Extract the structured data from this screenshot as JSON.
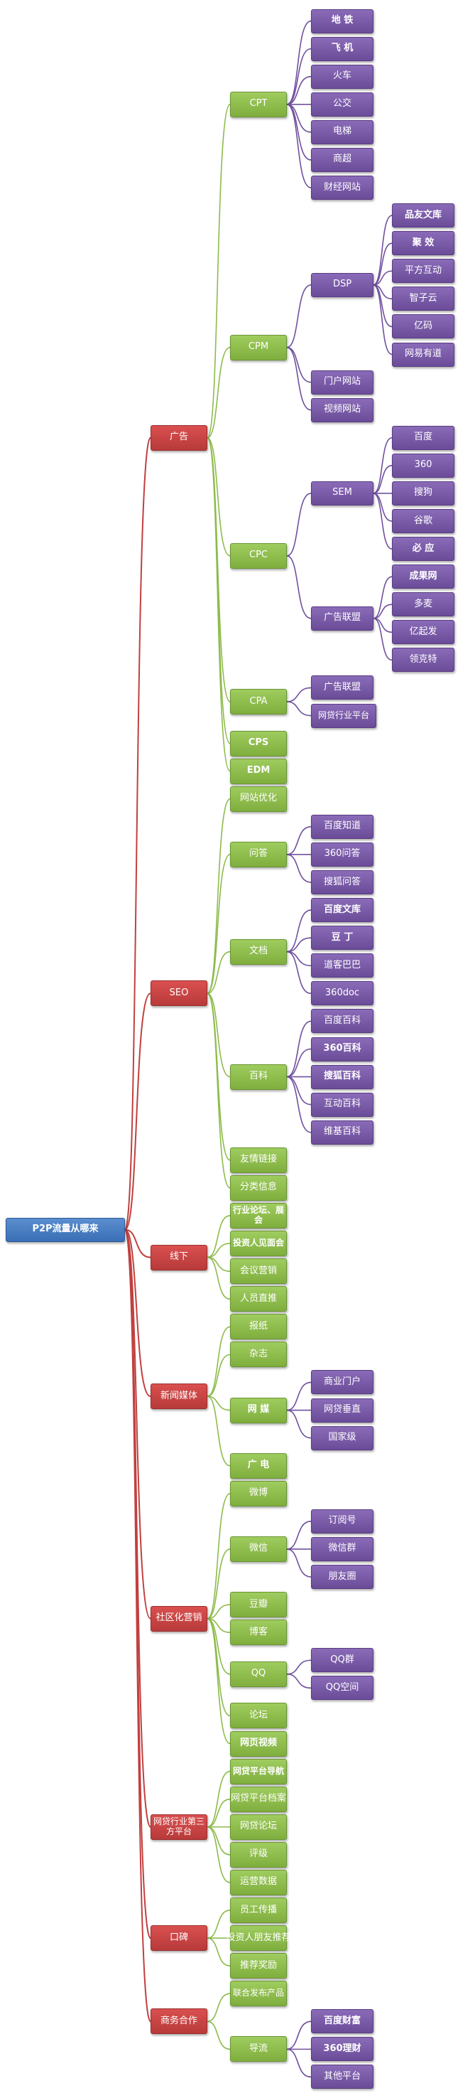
{
  "colors": {
    "root": "#3a6fb5",
    "level1": "#c0403f",
    "level2": "#8dbb4b",
    "level3": "#70509e",
    "link_level1": "#c0403f",
    "link_level2": "#8dbb4b",
    "link_level3": "#70509e"
  },
  "mindmap": {
    "label": "P2P流量从哪来",
    "children": [
      {
        "label": "广告",
        "children": [
          {
            "label": "CPT",
            "children": [
              {
                "label": "地 铁"
              },
              {
                "label": "飞 机"
              },
              {
                "label": "火车"
              },
              {
                "label": "公交"
              },
              {
                "label": "电梯"
              },
              {
                "label": "商超"
              },
              {
                "label": "财经网站"
              }
            ]
          },
          {
            "label": "CPM",
            "children": [
              {
                "label": "DSP",
                "children": [
                  {
                    "label": "品友文库"
                  },
                  {
                    "label": "聚 效"
                  },
                  {
                    "label": "平方互动"
                  },
                  {
                    "label": "智子云"
                  },
                  {
                    "label": "亿码"
                  },
                  {
                    "label": "网易有道"
                  }
                ]
              },
              {
                "label": "门户网站"
              },
              {
                "label": "视频网站"
              }
            ]
          },
          {
            "label": "CPC",
            "children": [
              {
                "label": "SEM",
                "children": [
                  {
                    "label": "百度"
                  },
                  {
                    "label": "360"
                  },
                  {
                    "label": "搜狗"
                  },
                  {
                    "label": "谷歌"
                  },
                  {
                    "label": "必 应"
                  }
                ]
              },
              {
                "label": "广告联盟",
                "children": [
                  {
                    "label": "成果网"
                  },
                  {
                    "label": "多麦"
                  },
                  {
                    "label": "亿起发"
                  },
                  {
                    "label": "领克特"
                  }
                ]
              }
            ]
          },
          {
            "label": "CPA",
            "children": [
              {
                "label": "广告联盟"
              },
              {
                "label": "网贷行业平台"
              }
            ]
          },
          {
            "label": "CPS"
          },
          {
            "label": "EDM"
          }
        ]
      },
      {
        "label": "SEO",
        "children": [
          {
            "label": "网站优化"
          },
          {
            "label": "问答",
            "children": [
              {
                "label": "百度知道"
              },
              {
                "label": "360问答"
              },
              {
                "label": "搜狐问答"
              }
            ]
          },
          {
            "label": "文档",
            "children": [
              {
                "label": "百度文库"
              },
              {
                "label": "豆 丁"
              },
              {
                "label": "道客巴巴"
              },
              {
                "label": "360doc"
              }
            ]
          },
          {
            "label": "百科",
            "children": [
              {
                "label": "百度百科"
              },
              {
                "label": "360百科"
              },
              {
                "label": "搜狐百科"
              },
              {
                "label": "互动百科"
              },
              {
                "label": "维基百科"
              }
            ]
          },
          {
            "label": "友情链接"
          },
          {
            "label": "分类信息"
          }
        ]
      },
      {
        "label": "线下",
        "children": [
          {
            "label": "行业论坛、展会"
          },
          {
            "label": "投资人见面会"
          },
          {
            "label": "会议营销"
          },
          {
            "label": "人员直推"
          }
        ]
      },
      {
        "label": "新闻媒体",
        "children": [
          {
            "label": "报纸"
          },
          {
            "label": "杂志"
          },
          {
            "label": "网 媒",
            "children": [
              {
                "label": "商业门户"
              },
              {
                "label": "网贷垂直"
              },
              {
                "label": "国家级"
              }
            ]
          },
          {
            "label": "广 电"
          }
        ]
      },
      {
        "label": "社区化营销",
        "children": [
          {
            "label": "微博"
          },
          {
            "label": "微信",
            "children": [
              {
                "label": "订阅号"
              },
              {
                "label": "微信群"
              },
              {
                "label": "朋友圈"
              }
            ]
          },
          {
            "label": "豆瓣"
          },
          {
            "label": "博客"
          },
          {
            "label": "QQ",
            "children": [
              {
                "label": "QQ群"
              },
              {
                "label": "QQ空间"
              }
            ]
          },
          {
            "label": "论坛"
          },
          {
            "label": "网页视频"
          }
        ]
      },
      {
        "label": "网贷行业第三方平台",
        "children": [
          {
            "label": "网贷平台导航"
          },
          {
            "label": "网贷平台档案"
          },
          {
            "label": "网贷论坛"
          },
          {
            "label": "评级"
          },
          {
            "label": "运营数据"
          }
        ]
      },
      {
        "label": "口碑",
        "children": [
          {
            "label": "员工传播"
          },
          {
            "label": "投资人朋友推荐"
          },
          {
            "label": "推荐奖励"
          }
        ]
      },
      {
        "label": "商务合作",
        "children": [
          {
            "label": "联合发布产品"
          },
          {
            "label": "导流",
            "children": [
              {
                "label": "百度财富"
              },
              {
                "label": "360理财"
              },
              {
                "label": "其他平台"
              }
            ]
          }
        ]
      }
    ]
  }
}
